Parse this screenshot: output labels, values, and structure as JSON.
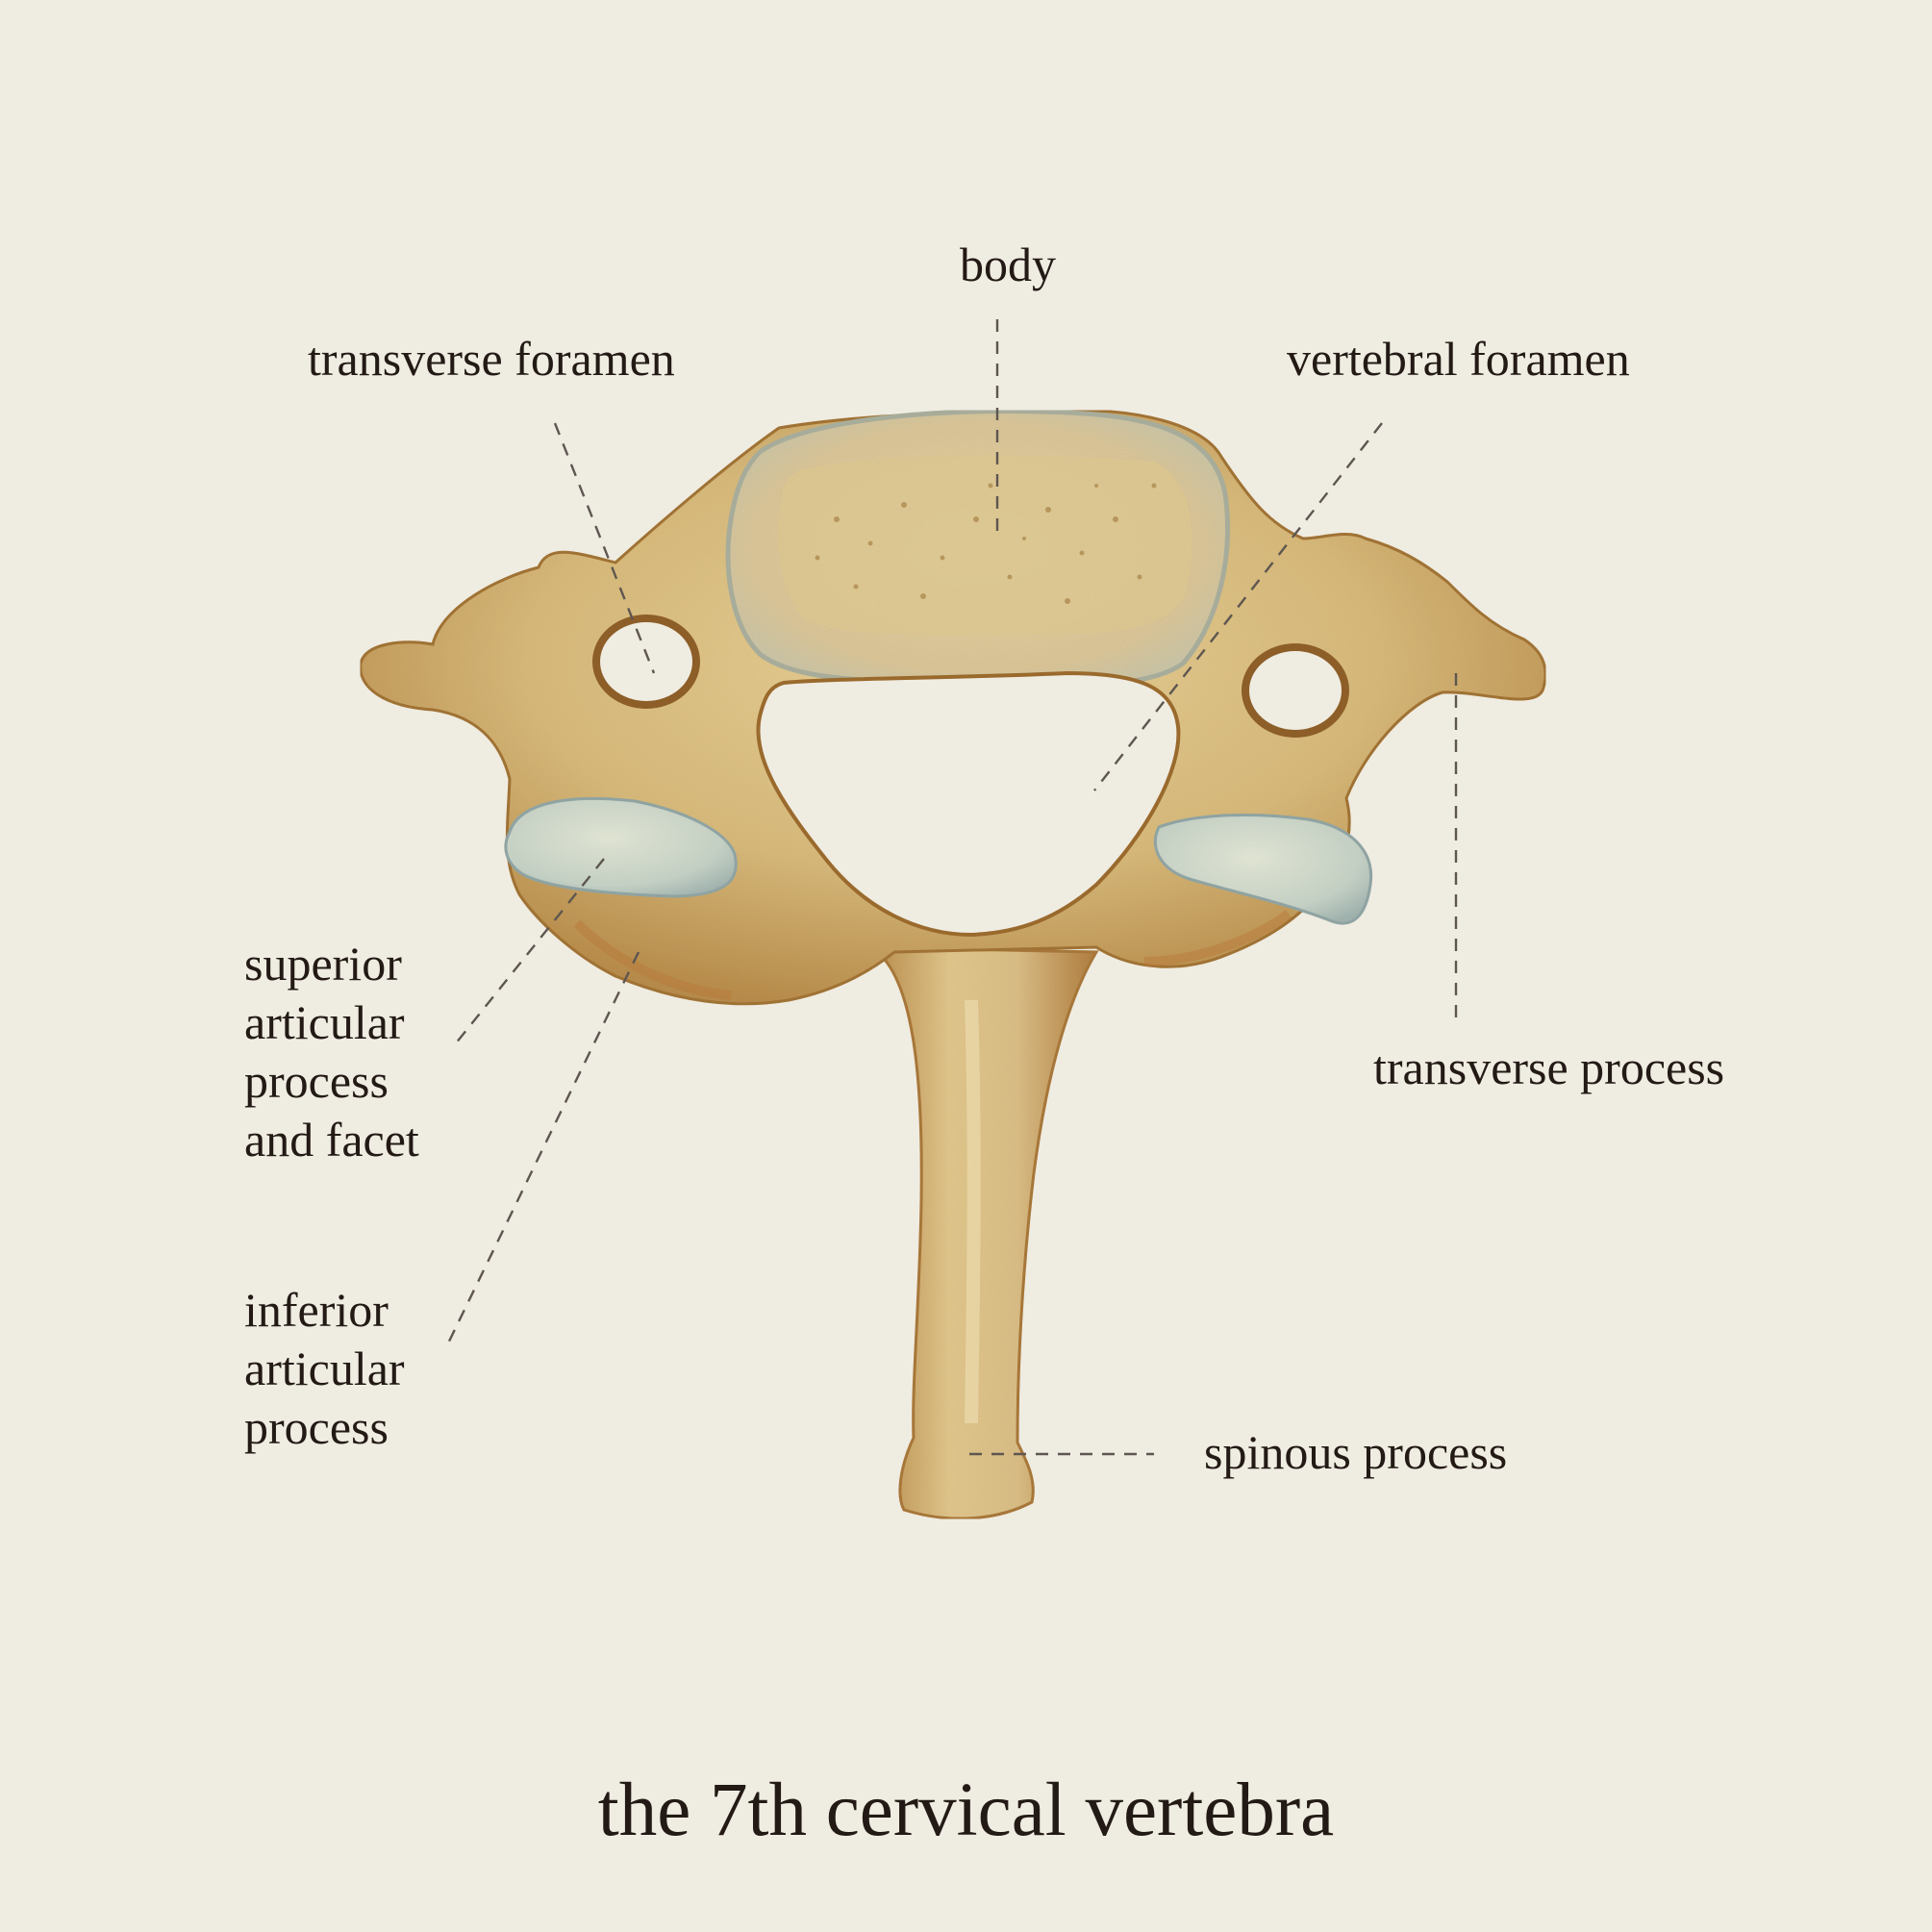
{
  "colors": {
    "background": "#efece2",
    "bone": "#d9bb7c",
    "bone_shadow": "#b3813f",
    "bone_highlight": "#f1e2b4",
    "facet": "#c9d3c6",
    "text": "#231a16"
  },
  "labels": {
    "body": "body",
    "transverse_foramen": "transverse foramen",
    "vertebral_foramen": "vertebral foramen",
    "superior_articular": [
      "superior",
      "articular",
      "process",
      "and facet"
    ],
    "transverse_process": "transverse process",
    "inferior_articular": [
      "inferior",
      "articular",
      "process"
    ],
    "spinous_process": "spinous process"
  },
  "caption": "the 7th cervical vertebra"
}
